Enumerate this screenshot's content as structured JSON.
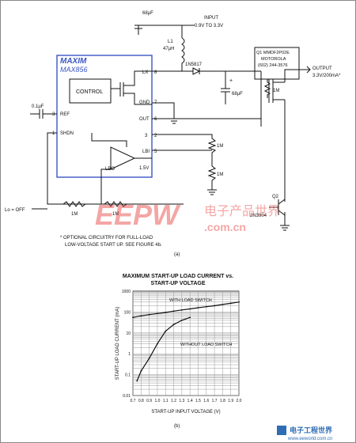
{
  "schematic": {
    "ic": {
      "brand": "MAXIM",
      "part": "MAX856",
      "control": "CONTROL"
    },
    "pins": {
      "lx": "LX",
      "gnd": "GND",
      "out": "OUT",
      "ref": "REF",
      "shdn": "SHDN",
      "lbi": "LBI",
      "lbo": "LBO",
      "n8": "8",
      "n7": "7",
      "n6": "6",
      "n5": "5",
      "n3": "3",
      "n2": "2",
      "n1": "1"
    },
    "input": {
      "cap": "68µF",
      "label": "INPUT",
      "range": "0.9V TO 3.3V"
    },
    "inductor": {
      "name": "L1",
      "value": "47µH"
    },
    "diode": "1N5817",
    "out_cap": "68µF",
    "ref_cap": "0.1µF",
    "mosfet": {
      "name": "Q1 MMDF2P02E",
      "maker": "MOTOROLA",
      "phone": "(602) 244-3576"
    },
    "output": {
      "label": "OUTPUT",
      "value": "3.3V/200mA*"
    },
    "resistors": {
      "r_gate": "1M",
      "r_div1": "1M",
      "r_div2": "1M",
      "r_lo1": "1M",
      "r_lo2": "1M"
    },
    "threshold": "1.5V",
    "q2": {
      "name": "Q2",
      "part": "2N3904"
    },
    "lo_off": "Lo = OFF",
    "footnote": [
      "* OPTIONAL CIRCUITRY FOR FULL-LOAD",
      "LOW-VOLTAGE START UP. SEE FIGURE 4b."
    ],
    "caption": "(a)"
  },
  "watermark": {
    "logo": "EEPW",
    "cn": "电子产品世界",
    "url": ".com.cn"
  },
  "chart_data": {
    "type": "line",
    "title": [
      "MAXIMUM START-UP LOAD CURRENT vs.",
      "START-UP VOLTAGE"
    ],
    "xlabel": "START-UP INPUT VOLTAGE (V)",
    "ylabel": "START-UP LOAD CURRENT (mA)",
    "x_ticks": [
      "0.7",
      "0.8",
      "0.9",
      "1.0",
      "1.1",
      "1.2",
      "1.3",
      "1.4",
      "1.5",
      "1.6",
      "1.7",
      "1.8",
      "1.9",
      "2.0"
    ],
    "y_ticks": [
      "1000",
      "100",
      "10",
      "1",
      "0.1",
      "0.01"
    ],
    "xlim": [
      0.7,
      2.0
    ],
    "ylim": [
      0.01,
      1000
    ],
    "yscale": "log",
    "grid": true,
    "series": [
      {
        "name": "WITH LOAD SWITCH",
        "x": [
          0.7,
          0.8,
          0.9,
          1.0,
          1.1,
          1.2,
          1.3,
          1.4,
          1.5,
          1.6,
          1.7,
          1.8,
          1.9,
          2.0
        ],
        "y": [
          55,
          65,
          75,
          85,
          95,
          110,
          125,
          140,
          160,
          180,
          200,
          230,
          260,
          300
        ]
      },
      {
        "name": "WITHOUT LOAD SWITCH",
        "x": [
          0.75,
          0.8,
          0.9,
          1.0,
          1.1,
          1.2,
          1.3,
          1.4
        ],
        "y": [
          0.05,
          0.15,
          0.6,
          3,
          12,
          25,
          40,
          55
        ]
      }
    ],
    "caption": "(b)"
  },
  "corner": {
    "cn": "电子工程世界",
    "url": "www.eeworld.com.cn"
  }
}
